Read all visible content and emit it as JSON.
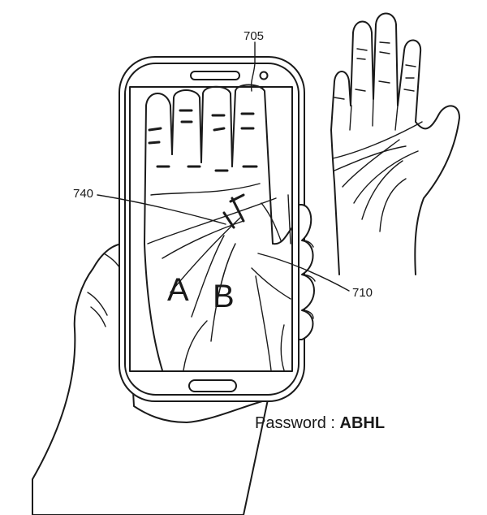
{
  "labels": {
    "screen": "705",
    "intersection": "740",
    "palm_line": "710"
  },
  "glyphs": {
    "left": "A",
    "right": "B",
    "intersection": "H"
  },
  "password": {
    "label": "Password :",
    "value": "ABHL"
  },
  "colors": {
    "ink": "#1a1a1a",
    "paper": "#ffffff"
  }
}
